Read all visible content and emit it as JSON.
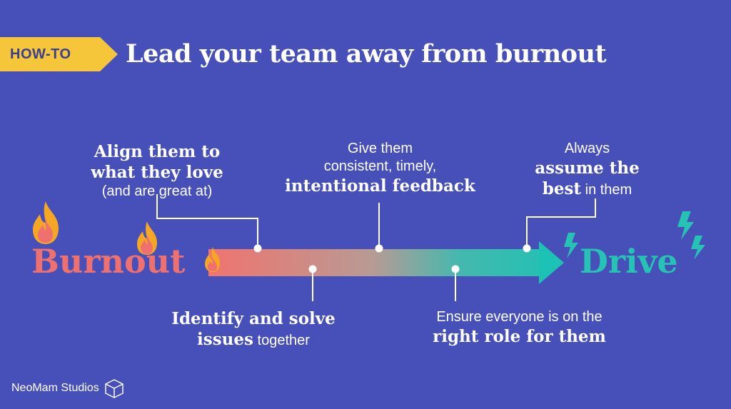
{
  "tag": {
    "label": "HOW-TO",
    "color": "#F5C63A"
  },
  "title": "Lead your team away from burnout",
  "start_label": "Burnout",
  "end_label": "Drive",
  "steps": {
    "align": {
      "line1": "Align them to",
      "line2": "what they love",
      "line3": "(and are great at)"
    },
    "feedback": {
      "line1": "Give them",
      "line2": "consistent, timely,",
      "line3": "intentional feedback"
    },
    "assume": {
      "line1": "Always",
      "line2": "assume the",
      "line3_bold": "best",
      "line3_rest": " in them"
    },
    "identify": {
      "line1": "Identify and solve",
      "line2_bold": "issues",
      "line2_rest": " together"
    },
    "role": {
      "line1": "Ensure everyone is on the",
      "line2": "right role for them"
    }
  },
  "colors": {
    "background": "#4650B8",
    "burnout": "#EE7170",
    "drive": "#26C2B4",
    "tag": "#F5C63A"
  },
  "icons": [
    "fire-icon",
    "lightning-icon",
    "cube-icon"
  ],
  "footer": {
    "brand": "NeoMam Studios"
  }
}
